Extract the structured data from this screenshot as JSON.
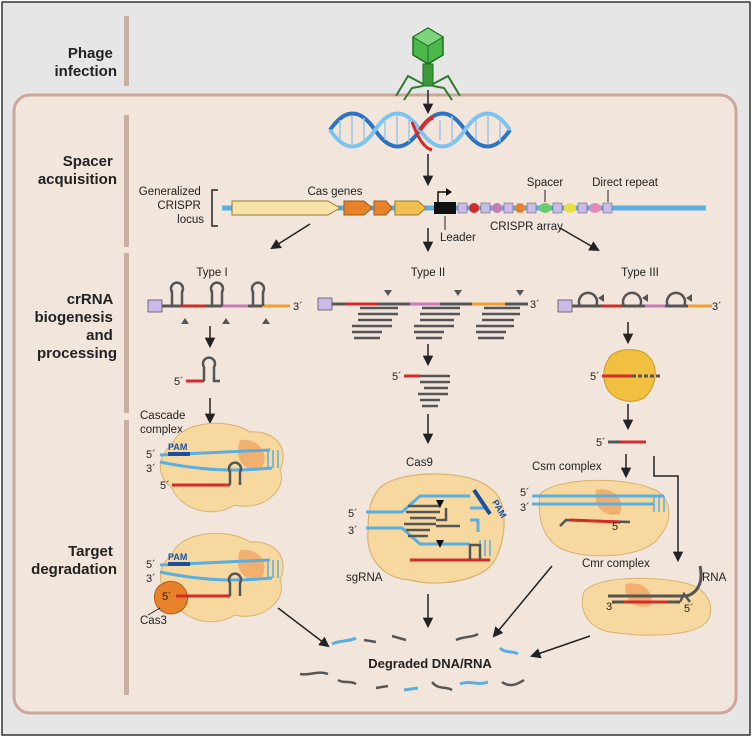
{
  "stages": {
    "phage_infection": [
      "Phage",
      "infection"
    ],
    "spacer_acquisition": [
      "Spacer",
      "acquisition"
    ],
    "crrna_biogenesis": [
      "crRNA",
      "biogenesis",
      "and",
      "processing"
    ],
    "target_degradation": [
      "Target",
      "degradation"
    ]
  },
  "locus": {
    "title": [
      "Generalized",
      "CRISPR",
      "locus"
    ],
    "cas_genes": "Cas genes",
    "leader": "Leader",
    "crispr_array": "CRISPR array",
    "spacer": "Spacer",
    "direct_repeat": "Direct repeat"
  },
  "types": {
    "type_i": "Type I",
    "type_ii": "Type II",
    "type_iii": "Type III"
  },
  "labels": {
    "cascade_complex": [
      "Cascade",
      "complex"
    ],
    "cas9": "Cas9",
    "sgrna": "sgRNA",
    "cas3": "Cas3",
    "csm_complex": "Csm complex",
    "cmr_complex": "Cmr complex",
    "rna": "RNA",
    "pam": "PAM",
    "degraded": "Degraded DNA/RNA",
    "five_prime": "5´",
    "three_prime": "3´"
  },
  "colors": {
    "background": "#e6e6e6",
    "panel": "#f2e6dc",
    "panel_border": "#c9a89a",
    "dna_blue": "#5aaee0",
    "spacer_red": "#d42a2a",
    "cas_orange": "#e8822a",
    "cas_light": "#f7d9a0",
    "phage_green": "#3a9a3a"
  }
}
